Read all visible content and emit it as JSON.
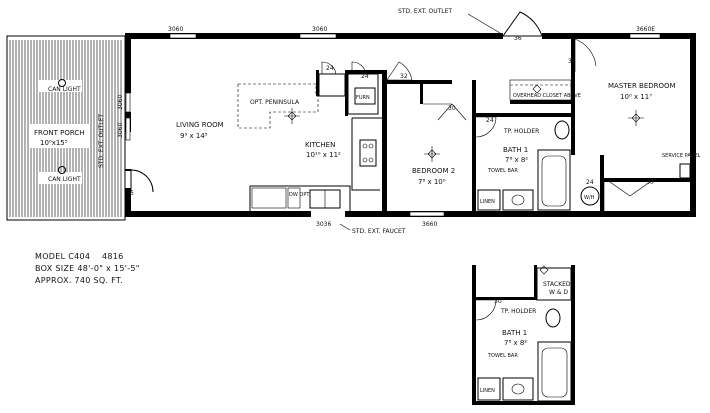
{
  "notes": {
    "std_ext_outlet_top": "STD. EXT. OUTLET",
    "std_ext_outlet_side": "STD. EXT. OUTLET",
    "std_ext_faucet": "STD. EXT. FAUCET"
  },
  "windows": {
    "w1": "3060",
    "w2": "3060",
    "w3": "3660E",
    "w4": "3060",
    "w5": "3060",
    "w6": "3036",
    "w7": "3660"
  },
  "doors": {
    "front": "36",
    "outlet": "36",
    "master": "32",
    "bed2": "32",
    "bath": "24",
    "closet_a": "24",
    "closet_b": "24",
    "bed2_closet": "30",
    "master_closet": "30",
    "wh": "24",
    "alt_bath": "30"
  },
  "rooms": {
    "front_porch": {
      "name": "FRONT PORCH",
      "dims": "10⁰x15⁵"
    },
    "living": {
      "name": "LIVING ROOM",
      "dims": "9⁹ x 14⁵"
    },
    "kitchen": {
      "name": "KITCHEN",
      "dims": "10¹⁰ x 11²"
    },
    "bedroom2": {
      "name": "BEDROOM 2",
      "dims": "7⁸ x 10⁰"
    },
    "bath1": {
      "name": "BATH 1",
      "dims": "7⁸ x 8²"
    },
    "master": {
      "name": "MASTER BEDROOM",
      "dims": "10⁰ x 11⁷"
    },
    "bath1_alt": {
      "name": "BATH 1",
      "dims": "7⁸ x 8²"
    }
  },
  "labels": {
    "can_light_top": "CAN LIGHT",
    "can_light_bottom": "CAN LIGHT",
    "opt_peninsula": "OPT. PENINSULA",
    "furn": "FURN",
    "tp_holder": "TP. HOLDER",
    "towel_bar": "TOWEL BAR",
    "linen": "LINEN",
    "wh": "W/H",
    "service_panel": "SERVICE PANEL",
    "dw_opt": "DW OPT",
    "stacked": "STACKED",
    "stacked_wd": "W & D",
    "alt_tp_holder": "TP. HOLDER",
    "alt_towel_bar": "TOWEL BAR",
    "alt_linen": "LINEN",
    "shelves": "OVERHEAD CLOSET ABOVE"
  },
  "model_info": {
    "model": "MODEL C404",
    "model_code": "4816",
    "box_size": "BOX SIZE 48'-0\" x 15'-5\"",
    "area": "APPROX. 740 SQ. FT."
  }
}
